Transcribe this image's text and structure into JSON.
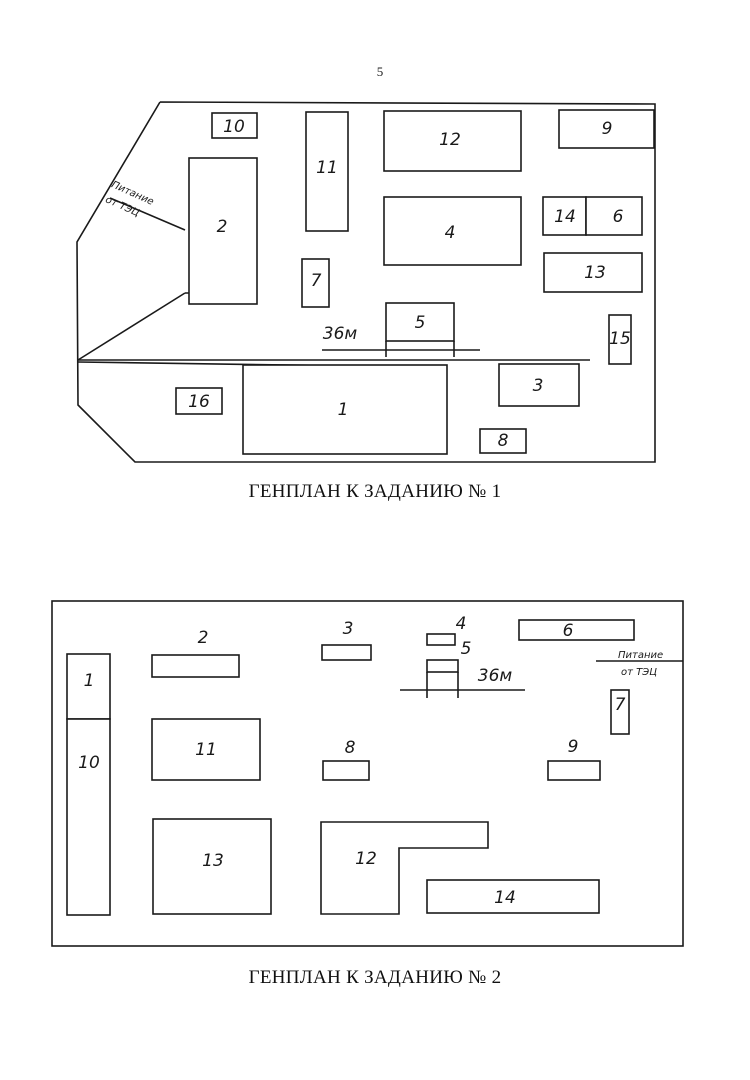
{
  "page_number": "5",
  "plan1": {
    "caption": "ГЕНПЛАН К ЗАДАНИЮ № 1",
    "dimension_label": "36м",
    "power_note": [
      "Питание",
      "от ТЭЦ"
    ],
    "buildings": [
      "1",
      "2",
      "3",
      "4",
      "5",
      "6",
      "7",
      "8",
      "9",
      "10",
      "11",
      "12",
      "13",
      "14",
      "15",
      "16"
    ]
  },
  "plan2": {
    "caption": "ГЕНПЛАН К ЗАДАНИЮ № 2",
    "dimension_label": "36м",
    "power_note": [
      "Питание",
      "от ТЭЦ"
    ],
    "buildings": [
      "1",
      "2",
      "3",
      "4",
      "5",
      "6",
      "7",
      "8",
      "9",
      "10",
      "11",
      "12",
      "13",
      "14"
    ]
  }
}
